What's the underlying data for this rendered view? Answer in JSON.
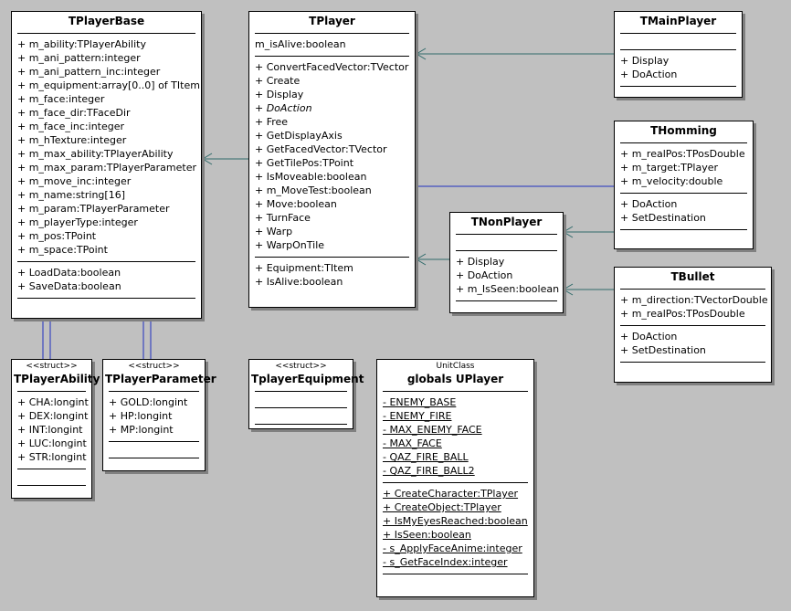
{
  "colors": {
    "background": "#c0c0c0",
    "link": "#2f6a6a",
    "assoc": "#1f2fc0"
  },
  "classes": [
    {
      "id": "TPlayerBase",
      "stereotype": "",
      "name": "TPlayerBase",
      "attributes": [
        {
          "text": "+ m_ability:TPlayerAbility"
        },
        {
          "text": "+ m_ani_pattern:integer"
        },
        {
          "text": "+ m_ani_pattern_inc:integer"
        },
        {
          "text": "+ m_equipment:array[0..0] of TItem"
        },
        {
          "text": "+ m_face:integer"
        },
        {
          "text": "+ m_face_dir:TFaceDir"
        },
        {
          "text": "+ m_face_inc:integer"
        },
        {
          "text": "+ m_hTexture:integer"
        },
        {
          "text": "+ m_max_ability:TPlayerAbility"
        },
        {
          "text": "+ m_max_param:TPlayerParameter"
        },
        {
          "text": "+ m_move_inc:integer"
        },
        {
          "text": "+ m_name:string[16]"
        },
        {
          "text": "+ m_param:TPlayerParameter"
        },
        {
          "text": "+ m_playerType:integer"
        },
        {
          "text": "+ m_pos:TPoint"
        },
        {
          "text": "+ m_space:TPoint"
        }
      ],
      "operations": [
        {
          "text": "+ LoadData:boolean"
        },
        {
          "text": "+ SaveData:boolean"
        }
      ],
      "extra_sections": 1
    },
    {
      "id": "TPlayer",
      "stereotype": "",
      "name": "TPlayer",
      "attributes": [
        {
          "text": "m_isAlive:boolean"
        }
      ],
      "operations": [
        {
          "text": "+ ConvertFacedVector:TVector"
        },
        {
          "text": "+ Create"
        },
        {
          "text": "+ Display"
        },
        {
          "text": "+ DoAction",
          "italic": true
        },
        {
          "text": "+ Free"
        },
        {
          "text": "+ GetDisplayAxis"
        },
        {
          "text": "+ GetFacedVector:TVector"
        },
        {
          "text": "+ GetTilePos:TPoint"
        },
        {
          "text": "+ IsMoveable:boolean"
        },
        {
          "text": "+ m_MoveTest:boolean"
        },
        {
          "text": "+ Move:boolean"
        },
        {
          "text": "+ TurnFace"
        },
        {
          "text": "+ Warp"
        },
        {
          "text": "+ WarpOnTile"
        }
      ],
      "properties": [
        {
          "text": "+ Equipment:TItem"
        },
        {
          "text": "+ IsAlive:boolean"
        }
      ],
      "extra_sections": 0
    },
    {
      "id": "TMainPlayer",
      "stereotype": "",
      "name": "TMainPlayer",
      "attributes": [],
      "operations": [
        {
          "text": "+ Display"
        },
        {
          "text": "+ DoAction"
        }
      ],
      "extra_sections": 1
    },
    {
      "id": "THomming",
      "stereotype": "",
      "name": "THomming",
      "attributes": [
        {
          "text": "+ m_realPos:TPosDouble"
        },
        {
          "text": "+ m_target:TPlayer"
        },
        {
          "text": "+ m_velocity:double"
        }
      ],
      "operations": [
        {
          "text": "+ DoAction"
        },
        {
          "text": "+ SetDestination"
        }
      ],
      "extra_sections": 1
    },
    {
      "id": "TNonPlayer",
      "stereotype": "",
      "name": "TNonPlayer",
      "attributes": [],
      "operations": [
        {
          "text": "+ Display"
        },
        {
          "text": "+ DoAction"
        },
        {
          "text": "+ m_IsSeen:boolean"
        }
      ],
      "extra_sections": 1
    },
    {
      "id": "TBullet",
      "stereotype": "",
      "name": "TBullet",
      "attributes": [
        {
          "text": "+ m_direction:TVectorDouble"
        },
        {
          "text": "+ m_realPos:TPosDouble"
        }
      ],
      "operations": [
        {
          "text": "+ DoAction"
        },
        {
          "text": "+ SetDestination"
        }
      ],
      "extra_sections": 1
    },
    {
      "id": "TPlayerAbility",
      "stereotype": "<<struct>>",
      "name": "TPlayerAbility",
      "attributes": [
        {
          "text": "+ CHA:longint"
        },
        {
          "text": "+ DEX:longint"
        },
        {
          "text": "+ INT:longint"
        },
        {
          "text": "+ LUC:longint"
        },
        {
          "text": "+ STR:longint"
        }
      ],
      "operations": [],
      "extra_sections": 1
    },
    {
      "id": "TPlayerParameter",
      "stereotype": "<<struct>>",
      "name": "TPlayerParameter",
      "attributes": [
        {
          "text": "+ GOLD:longint"
        },
        {
          "text": "+ HP:longint"
        },
        {
          "text": "+ MP:longint"
        }
      ],
      "operations": [],
      "extra_sections": 1
    },
    {
      "id": "TplayerEquipment",
      "stereotype": "<<struct>>",
      "name": "TplayerEquipment",
      "attributes": [],
      "operations": [],
      "extra_sections": 1
    },
    {
      "id": "UPlayer",
      "stereotype": "UnitClass",
      "name": "globals UPlayer",
      "attributes": [
        {
          "text": "- ENEMY_BASE",
          "under": true
        },
        {
          "text": "- ENEMY_FIRE",
          "under": true
        },
        {
          "text": "- MAX_ENEMY_FACE",
          "under": true
        },
        {
          "text": "- MAX_FACE",
          "under": true
        },
        {
          "text": "- QAZ_FIRE_BALL",
          "under": true
        },
        {
          "text": "- QAZ_FIRE_BALL2",
          "under": true
        }
      ],
      "operations": [
        {
          "text": "+ CreateCharacter:TPlayer",
          "under": true
        },
        {
          "text": "+ CreateObject:TPlayer",
          "under": true
        },
        {
          "text": "+ IsMyEyesReached:boolean",
          "under": true
        },
        {
          "text": "+ IsSeen:boolean",
          "under": true
        },
        {
          "text": "- s_ApplyFaceAnime:integer",
          "under": true
        },
        {
          "text": "- s_GetFaceIndex:integer",
          "under": true
        }
      ],
      "extra_sections": 1
    }
  ],
  "relations": [
    {
      "type": "generalization",
      "from": "TPlayer",
      "to": "TPlayerBase"
    },
    {
      "type": "generalization",
      "from": "TMainPlayer",
      "to": "TPlayer"
    },
    {
      "type": "generalization",
      "from": "TNonPlayer",
      "to": "TPlayer"
    },
    {
      "type": "generalization",
      "from": "THomming",
      "to": "TNonPlayer"
    },
    {
      "type": "generalization",
      "from": "TBullet",
      "to": "TNonPlayer"
    },
    {
      "type": "association",
      "from": "TPlayer",
      "to": "THomming"
    },
    {
      "type": "composition",
      "from": "TPlayerBase",
      "to": "TPlayerAbility"
    },
    {
      "type": "composition",
      "from": "TPlayerBase",
      "to": "TPlayerParameter"
    }
  ]
}
